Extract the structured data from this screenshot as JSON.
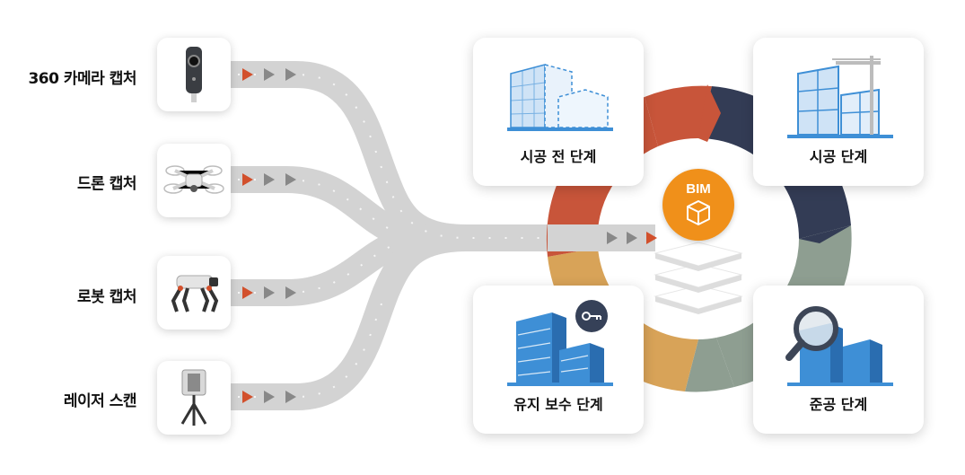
{
  "sources": [
    {
      "label": "360 카메라 캡처",
      "icon": "360-camera-icon"
    },
    {
      "label": "드론 캡처",
      "icon": "drone-icon"
    },
    {
      "label": "로봇 캡처",
      "icon": "robot-dog-icon"
    },
    {
      "label": "레이저 스캔",
      "icon": "laser-scanner-icon"
    }
  ],
  "hub": {
    "label": "BIM",
    "icon": "cube-icon"
  },
  "stages": [
    {
      "label": "시공 전 단계",
      "icon": "building-plan-icon"
    },
    {
      "label": "시공 단계",
      "icon": "construction-crane-icon"
    },
    {
      "label": "유지 보수 단계",
      "icon": "maintenance-buildings-icon"
    },
    {
      "label": "준공 단계",
      "icon": "inspection-magnifier-icon"
    }
  ],
  "colors": {
    "road": "#d3d3d3",
    "arrow_red": "#d2502c",
    "arrow_grey": "#888888",
    "ring_red": "#c8553a",
    "ring_navy": "#333c55",
    "ring_sage": "#8e9e91",
    "ring_tan": "#d8a358",
    "bim_orange": "#f0901a",
    "building_blue": "#3e8fd6"
  }
}
